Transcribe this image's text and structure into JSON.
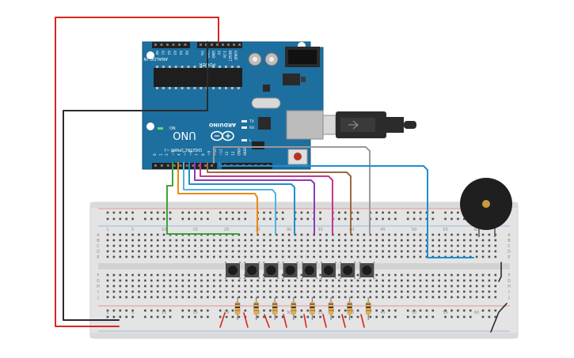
{
  "arduino": {
    "brand": "ARDUINO",
    "model": "UNO",
    "on_label": "ON",
    "tx_label": "TX",
    "rx_label": "RX",
    "l_label": "L",
    "digital_label": "DIGITAL (PWM ~)",
    "analog_label": "ANALOG IN",
    "power_label": "POWER",
    "digital_pins": [
      "0",
      "1",
      "2",
      "~3",
      "4",
      "~5",
      "~6",
      "7",
      "8",
      "~9",
      "~10",
      "~11",
      "12",
      "13",
      "GND",
      "AREF"
    ],
    "analog_pins": [
      "A0",
      "A1",
      "A2",
      "A3",
      "A4",
      "A5"
    ],
    "power_pins": [
      "Vin",
      "GND",
      "GND",
      "5V",
      "3.3V",
      "RESET",
      "IOREF"
    ]
  },
  "breadboard": {
    "column_numbers": [
      "1",
      "5",
      "10",
      "15",
      "20",
      "25",
      "30",
      "35",
      "40",
      "45",
      "50",
      "55",
      "60"
    ],
    "row_letters_top": [
      "A",
      "B",
      "C",
      "D",
      "E"
    ],
    "row_letters_bottom": [
      "F",
      "G",
      "H",
      "I",
      "J"
    ]
  },
  "components": {
    "buttons": 8,
    "resistors": 8,
    "buzzer": 1
  },
  "colors": {
    "board_blue": "#1d6f9f",
    "wire_red": "#d8261e",
    "wire_black": "#2b2b2b",
    "wire_green": "#3ba53a",
    "wire_orange": "#e88a14",
    "wire_lightblue": "#4fb4e0",
    "wire_blue": "#1e8fd0",
    "wire_purple": "#8e3bb6",
    "wire_magenta": "#c2378f",
    "wire_brown": "#9a6a3c",
    "wire_gray": "#9a9a9a",
    "breadboard": "#e6e6e6"
  }
}
